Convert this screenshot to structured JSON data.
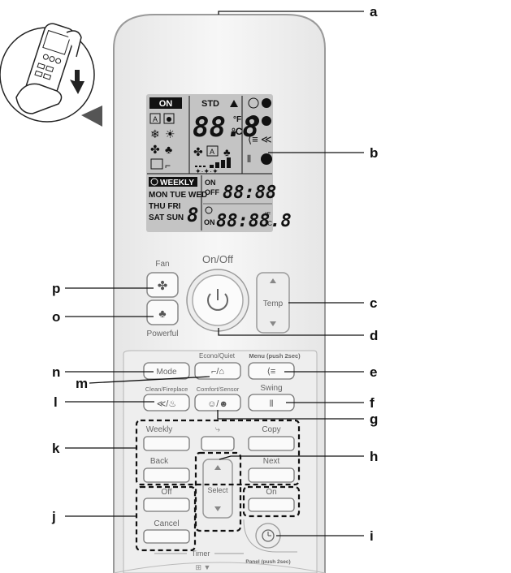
{
  "callouts": {
    "a": "a",
    "b": "b",
    "c": "c",
    "d": "d",
    "e": "e",
    "f": "f",
    "g": "g",
    "h": "h",
    "i": "i",
    "j": "j",
    "k": "k",
    "l": "l",
    "m": "m",
    "n": "n",
    "o": "o",
    "p": "p"
  },
  "lcd": {
    "on": "ON",
    "std": "STD",
    "deg_f": "°F",
    "temp_digits": "88.8",
    "deg_c": "°C",
    "weekly": "WEEKLY",
    "days_row1": "MON TUE WED",
    "days_row2": "THU FRI",
    "days_row3": "SAT SUN",
    "day_digit": "8",
    "timer_on1": "ON",
    "timer_off1": "OFF",
    "clock1": "88:88",
    "timer_on2": "ON",
    "clock2": "88:88.8",
    "clock2_f": "°F",
    "clock2_c": "°C"
  },
  "buttons": {
    "fan": "Fan",
    "on_off": "On/Off",
    "temp": "Temp",
    "powerful": "Powerful",
    "mode": "Mode",
    "econo_quiet": "Econo/Quiet",
    "menu": "Menu (push 2sec)",
    "clean_fireplace": "Clean/Fireplace",
    "comfort_sensor": "Comfort/Sensor",
    "swing": "Swing",
    "weekly": "Weekly",
    "copy": "Copy",
    "back": "Back",
    "next": "Next",
    "select": "Select",
    "off": "Off",
    "on": "On",
    "cancel": "Cancel",
    "timer": "Timer",
    "panel": "Panel (push 2sec)"
  },
  "colors": {
    "body": "#f2f2f2",
    "outline": "#9a9a9a",
    "lcd": "#c4c4c4",
    "ink": "#111111"
  }
}
